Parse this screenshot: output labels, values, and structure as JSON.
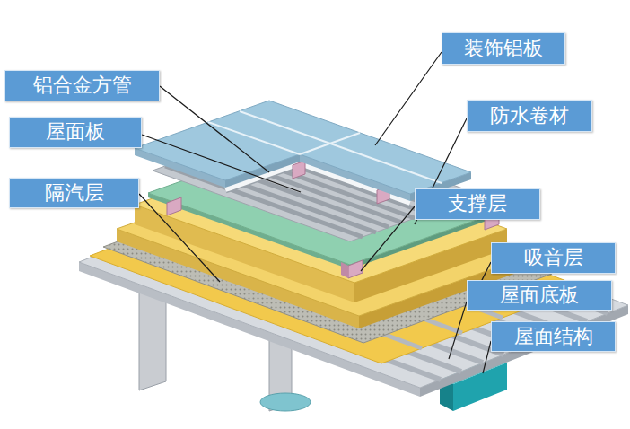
{
  "diagram": {
    "nodes": [
      {
        "text": [
          "装饰铝板"
        ]
      },
      {
        "text": [
          "铝合金方管"
        ]
      },
      {
        "text": [
          "防水卷材"
        ]
      },
      {
        "text": [
          "屋面板"
        ]
      },
      {
        "text": [
          "隔汽层"
        ]
      },
      {
        "text": [
          "支撑层"
        ]
      },
      {
        "text": [
          "吸音层"
        ]
      },
      {
        "text": [
          "屋面底板"
        ]
      },
      {
        "text": [
          "屋面结构"
        ]
      }
    ]
  }
}
